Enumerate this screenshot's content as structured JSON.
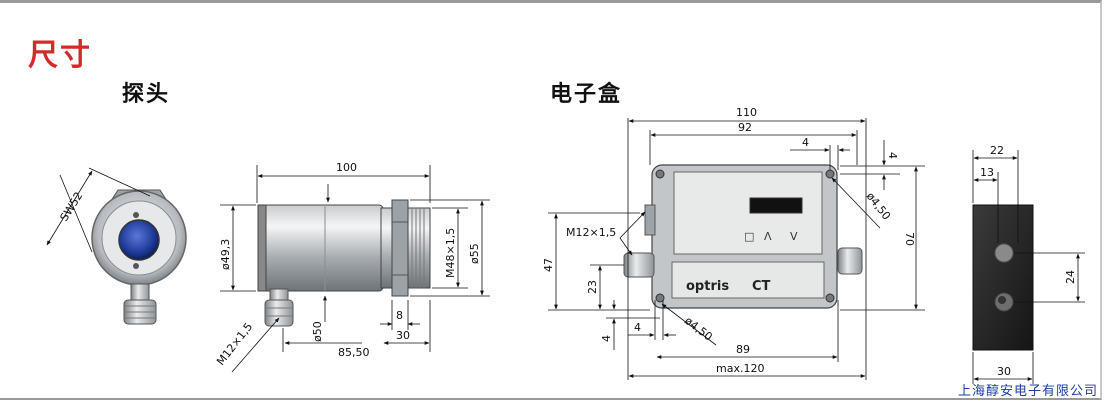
{
  "title": "尺寸",
  "sections": {
    "probe": "探头",
    "electronics_box": "电子盒"
  },
  "probe_dims": {
    "sw": "SW52",
    "length": "100",
    "dia_left": "ø49,3",
    "thread": "M48×1,5",
    "dia_right": "ø55",
    "connector": "M12×1,5",
    "dia_bottom": "ø50",
    "d8": "8",
    "d30": "30",
    "d85": "85,50"
  },
  "box_dims": {
    "w110": "110",
    "w92": "92",
    "d4top": "4",
    "d4right": "4",
    "hole_top": "ø4,50",
    "h70": "70",
    "connector": "M12×1,5",
    "h47": "47",
    "h23": "23",
    "d4left": "4",
    "d4bottom": "4",
    "hole_bottom": "ø4,50",
    "w89": "89",
    "max120": "max.120",
    "brand": "optris",
    "model": "CT",
    "ctrl_labels": [
      "□",
      "Λ",
      "V"
    ]
  },
  "side_dims": {
    "d22": "22",
    "d13": "13",
    "d24": "24",
    "d30": "30"
  },
  "footer": "上海醇安电子有限公司"
}
